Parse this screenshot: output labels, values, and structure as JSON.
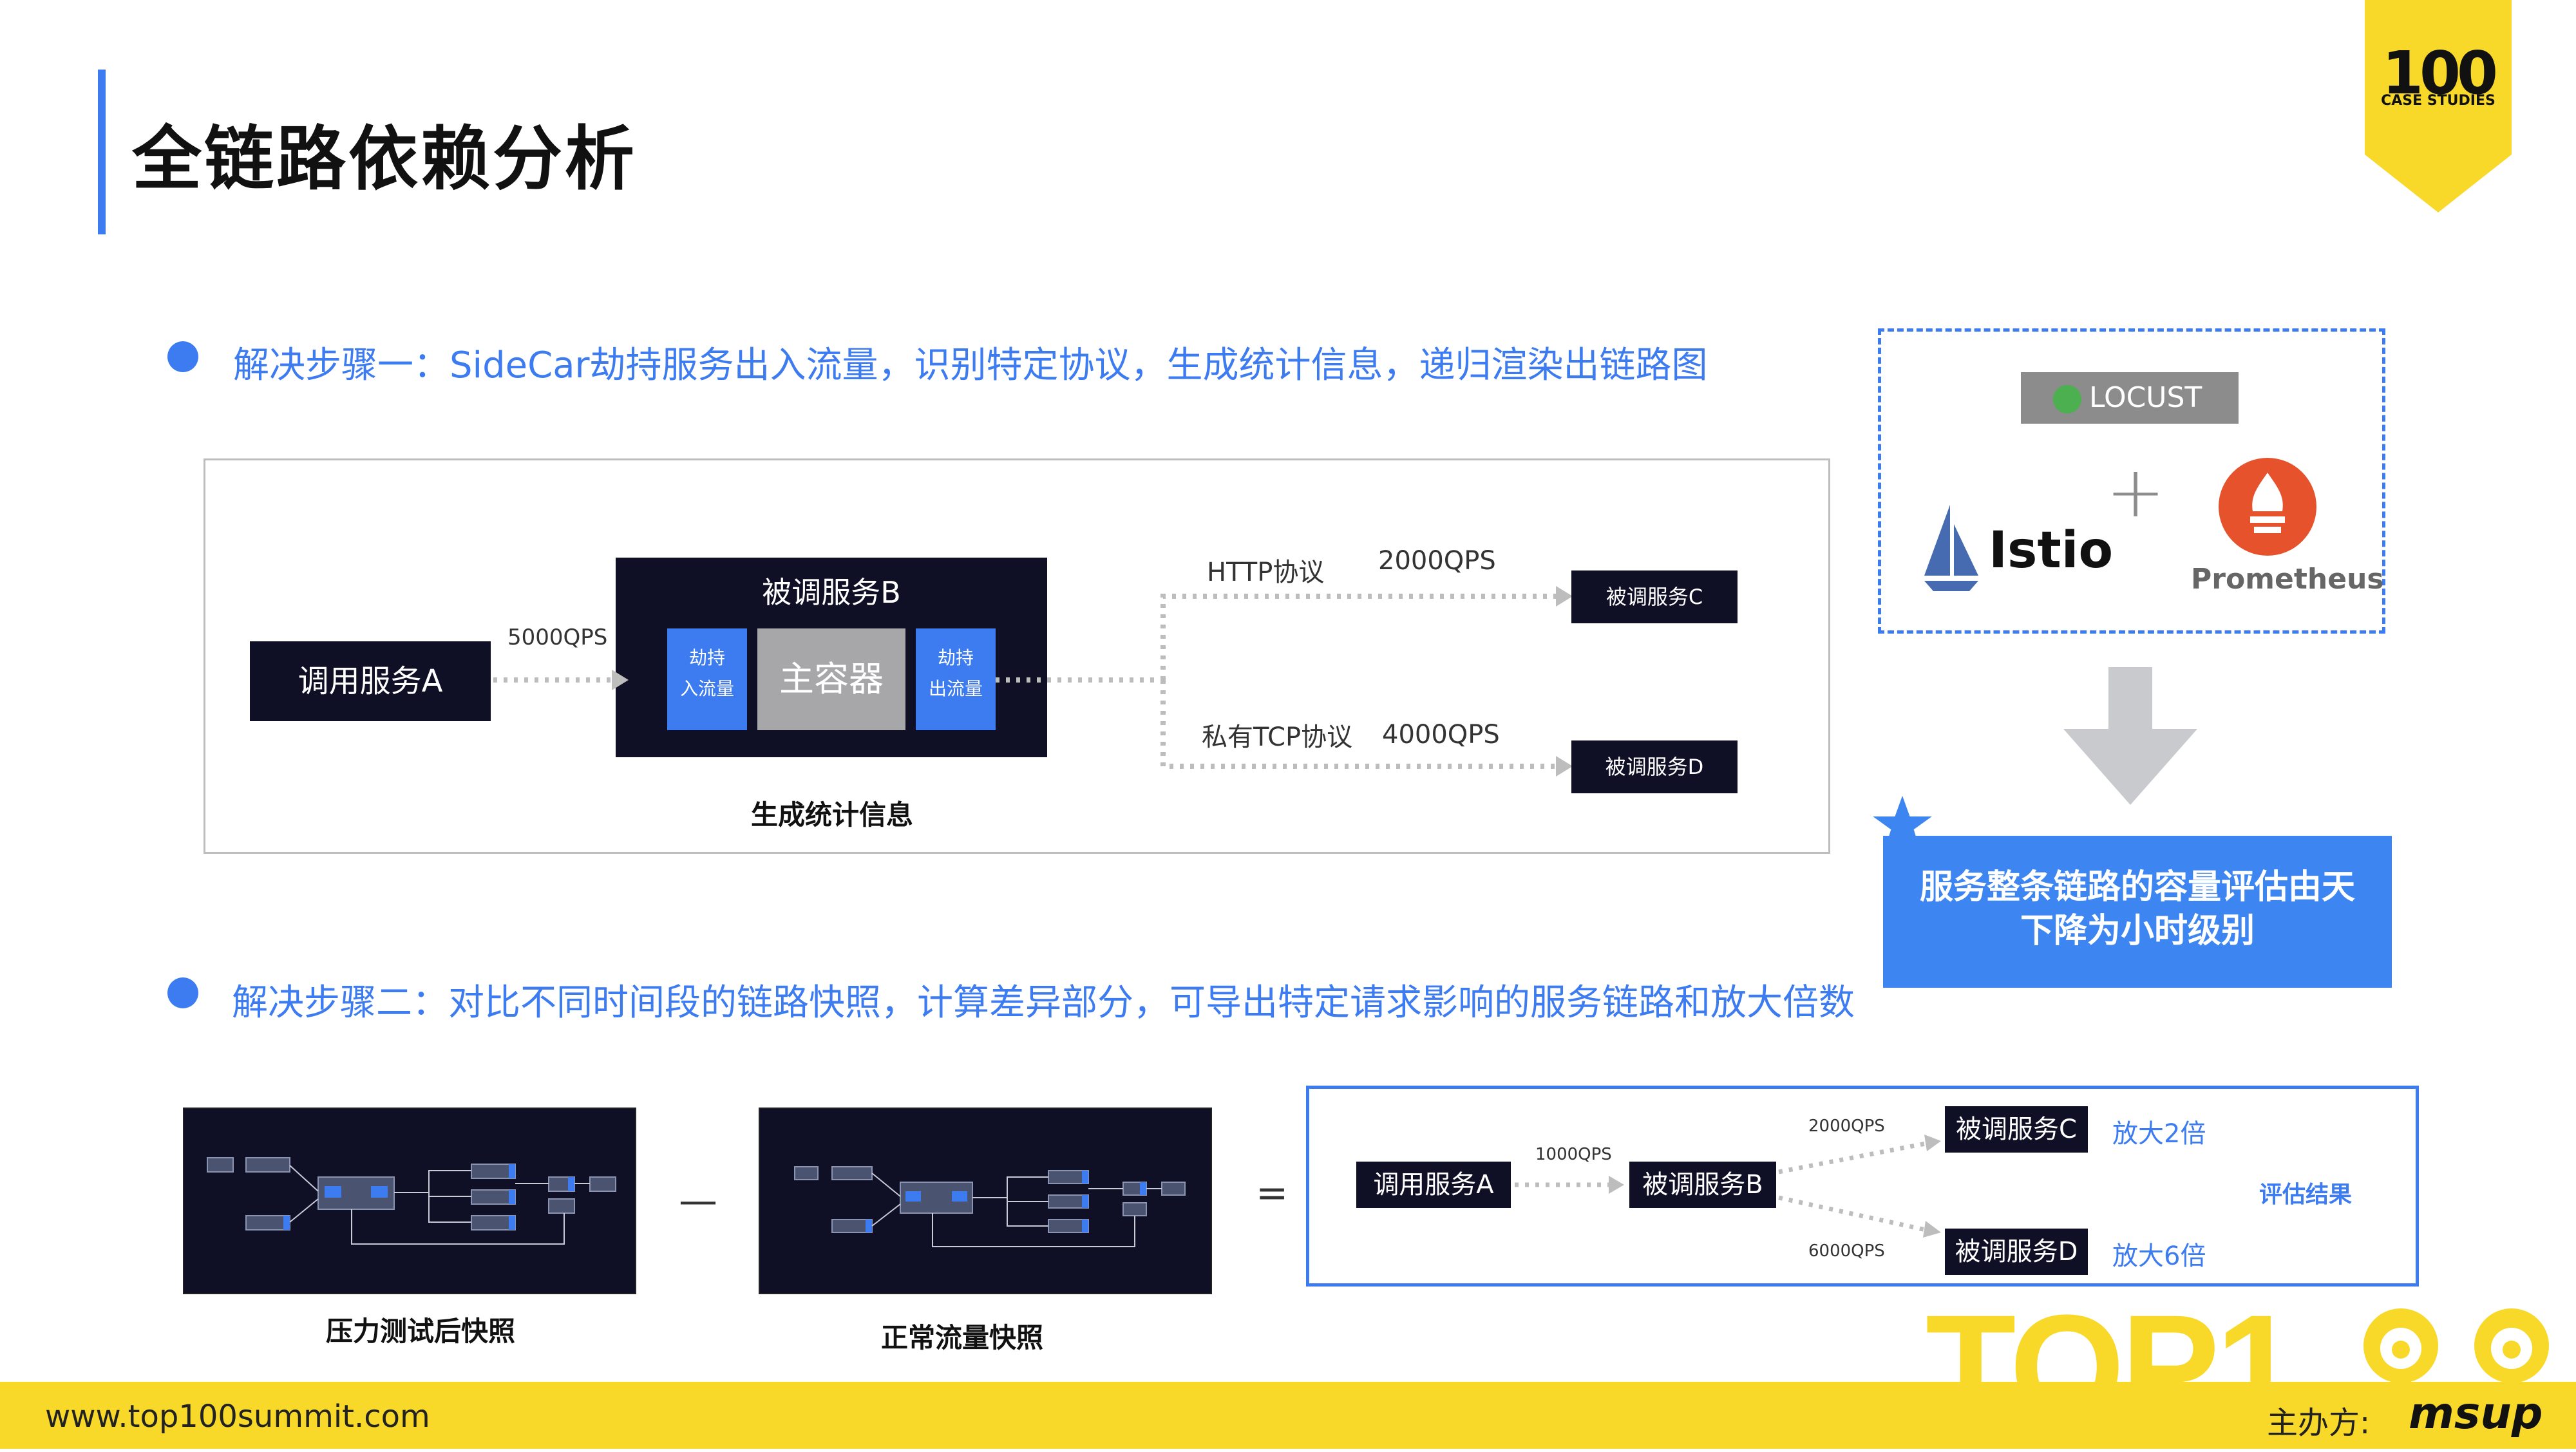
{
  "header": {
    "title": "全链路依赖分析",
    "badge_number": "100",
    "badge_subtitle": "CASE STUDIES"
  },
  "step1": {
    "text": "解决步骤一：SideCar劫持服务出入流量，识别特定协议，生成统计信息，递归渲染出链路图",
    "caller": "调用服务A",
    "caller_qps": "5000QPS",
    "service_b_title": "被调服务B",
    "inbound": "劫持\n入流量",
    "main_container": "主容器",
    "outbound": "劫持\n出流量",
    "stats_label": "生成统计信息",
    "http_label": "HTTP协议",
    "http_qps": "2000QPS",
    "tcp_label": "私有TCP协议",
    "tcp_qps": "4000QPS",
    "service_c": "被调服务C",
    "service_d": "被调服务D"
  },
  "tools": {
    "locust": "LOCUST",
    "plus": "+",
    "istio": "Istio",
    "prometheus": "Prometheus"
  },
  "result": {
    "line1": "服务整条链路的容量评估由天",
    "line2": "下降为小时级别"
  },
  "step2": {
    "text": "解决步骤二：对比不同时间段的链路快照，计算差异部分，可导出特定请求影响的服务链路和放大倍数",
    "snapshot_stress": "压力测试后快照",
    "minus": "—",
    "snapshot_normal": "正常流量快照",
    "equals": "=",
    "caller": "调用服务A",
    "caller_qps": "1000QPS",
    "service_b": "被调服务B",
    "qps_c": "2000QPS",
    "qps_d": "6000QPS",
    "service_c": "被调服务C",
    "service_d": "被调服务D",
    "amp_c": "放大2倍",
    "amp_d": "放大6倍",
    "eval_label": "评估结果"
  },
  "footer": {
    "url": "www.top100summit.com",
    "sponsor_label": "主办方:",
    "sponsor_logo": "msup",
    "top_logo": "TOP1"
  },
  "colors": {
    "accent_blue": "#3d7bf0",
    "dark_box": "#0f0f26",
    "footer_yellow": "#f8d92a",
    "prometheus_orange": "#e6522c"
  }
}
